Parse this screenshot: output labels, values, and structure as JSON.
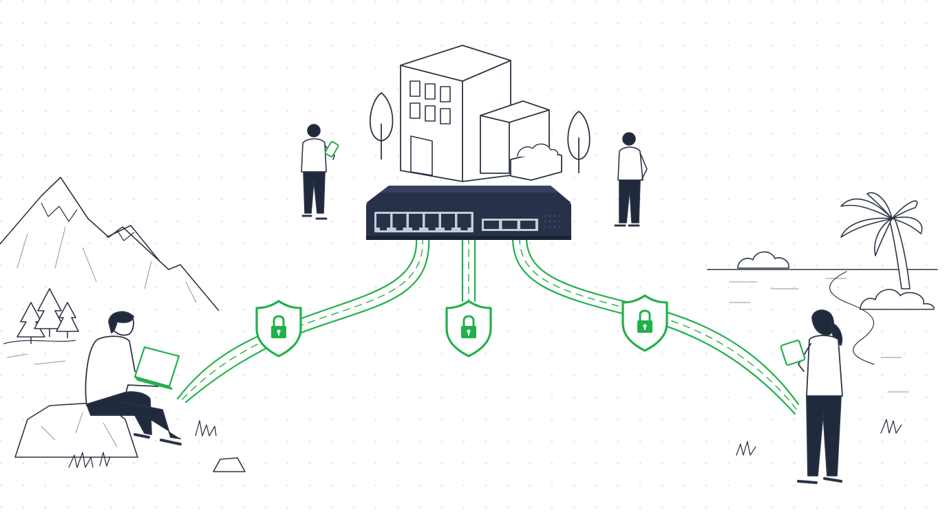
{
  "palette": {
    "background": "#ffffff",
    "ink": "#1f2a3d",
    "line": "#2b3344",
    "accent": "#21b04b",
    "accent_dark": "#1e9c43",
    "device": "#27324a",
    "dot_grid": "#d9dde3"
  },
  "scene": {
    "headquarters": {
      "icon": "office-building-icon"
    },
    "network_switch": {
      "icon": "network-switch-icon",
      "ethernet_ports": 6,
      "sfp_ports": 3
    },
    "tunnels": [
      {
        "icon": "lock-shield-icon",
        "to": "remote-worker-mountains"
      },
      {
        "icon": "lock-shield-icon",
        "to": "headquarters-center"
      },
      {
        "icon": "lock-shield-icon",
        "to": "remote-worker-beach"
      }
    ],
    "people": [
      {
        "icon": "person-with-tablet-icon",
        "location": "headquarters-left"
      },
      {
        "icon": "person-standing-icon",
        "location": "headquarters-right"
      },
      {
        "icon": "person-with-laptop-icon",
        "location": "mountains"
      },
      {
        "icon": "person-with-phone-icon",
        "location": "beach"
      }
    ]
  }
}
